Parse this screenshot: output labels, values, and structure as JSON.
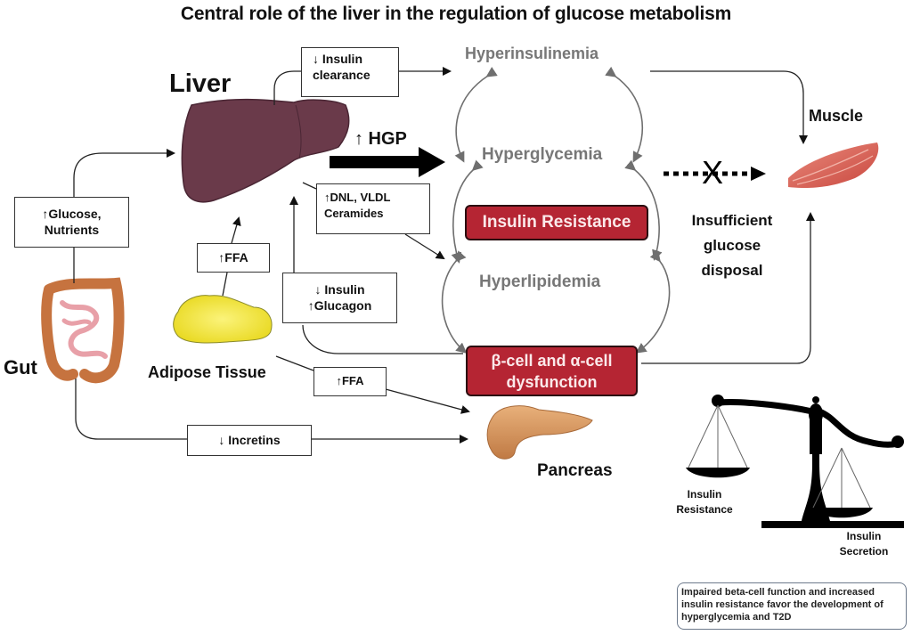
{
  "title": "Central role of the liver in the regulation of glucose metabolism",
  "organs": {
    "liver": "Liver",
    "gut": "Gut",
    "adipose": "Adipose Tissue",
    "pancreas": "Pancreas",
    "muscle": "Muscle"
  },
  "boxes": {
    "insulin_clearance": [
      "↓ Insulin",
      "clearance"
    ],
    "glucose_nutrients": [
      "↑Glucose,",
      "Nutrients"
    ],
    "ffa_liver": "↑FFA",
    "dnl_vldl": [
      "↑DNL, VLDL",
      "Ceramides"
    ],
    "insulin_glucagon": [
      "↓ Insulin",
      "↑Glucagon"
    ],
    "ffa_pancreas": "↑FFA",
    "incretins": "↓ Incretins"
  },
  "hgp_label": "↑ HGP",
  "cycle": {
    "hyperinsulinemia": "Hyperinsulinemia",
    "hyperglycemia": "Hyperglycemia",
    "hyperlipidemia": "Hyperlipidemia",
    "insulin_resistance": "Insulin Resistance",
    "beta_alpha": [
      "β-cell and α-cell",
      "dysfunction"
    ]
  },
  "insufficient": [
    "Insufficient",
    "glucose",
    "disposal"
  ],
  "blocked_marker": "X",
  "scale": {
    "left_label": [
      "Insulin",
      "Resistance"
    ],
    "right_label": [
      "Insulin",
      "Secretion"
    ]
  },
  "note": "Impaired beta-cell function and increased insulin resistance favor the development of hyperglycemia and T2D",
  "colors": {
    "red_box": "#b52533",
    "grey_text": "#777777",
    "liver": "#6a3a4a",
    "adipose": "#f2e43a",
    "gut": "#d48a60",
    "muscle": "#d7665a",
    "pancreas": "#d9995c"
  }
}
